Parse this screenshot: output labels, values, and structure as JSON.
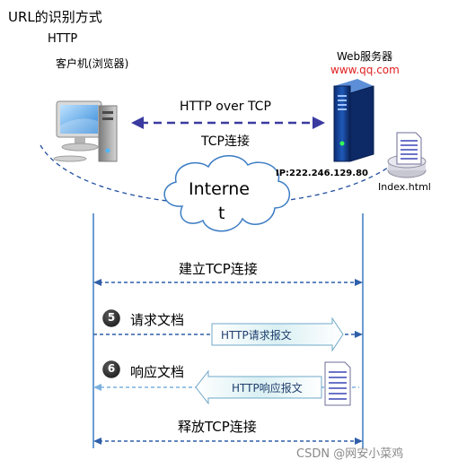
{
  "title": "URL的识别方式",
  "protocol": "HTTP",
  "client_label": "客户机(浏览器)",
  "server_label": "Web服务器",
  "server_host": "www.qq.com",
  "channel_top": "HTTP over TCP",
  "channel_bottom": "TCP连接",
  "server_ip": "IP:222.246.129.80",
  "cloud_label_1": "Interne",
  "cloud_label_2": "t",
  "file_name": "Index.html",
  "step_establish": "建立TCP连接",
  "step5_num": "5",
  "step5_label": "请求文档",
  "request_msg": "HTTP请求报文",
  "step6_num": "6",
  "step6_label": "响应文档",
  "response_msg": "HTTP响应报文",
  "step_release": "释放TCP连接",
  "watermark": "CSDN @网安小菜鸡",
  "colors": {
    "accent_blue": "#1f4e9e",
    "line_blue": "#3b7cc4",
    "red": "#e02020",
    "box_fill": "#daf0f3"
  }
}
